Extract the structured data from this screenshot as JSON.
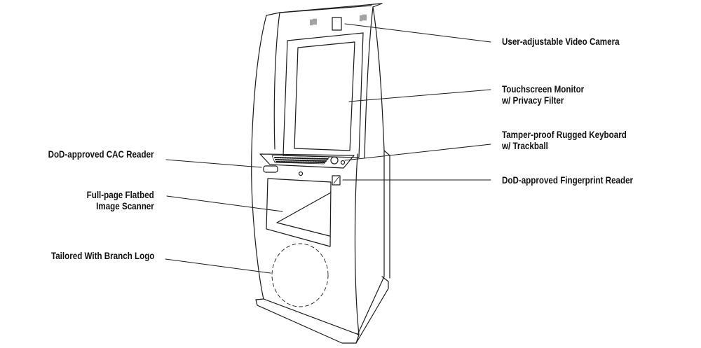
{
  "labels": {
    "video_camera": "User-adjustable Video Camera",
    "touchscreen_line1": "Touchscreen Monitor",
    "touchscreen_line2": "w/ Privacy Filter",
    "keyboard_line1": "Tamper-proof Rugged Keyboard",
    "keyboard_line2": "w/ Trackball",
    "fingerprint": "DoD-approved Fingerprint Reader",
    "cac_reader": "DoD-approved CAC Reader",
    "scanner_line1": "Full-page Flatbed",
    "scanner_line2": "Image Scanner",
    "logo": "Tailored With Branch Logo"
  },
  "colors": {
    "line": "#1a1a1a",
    "text": "#111111",
    "background": "#ffffff"
  }
}
